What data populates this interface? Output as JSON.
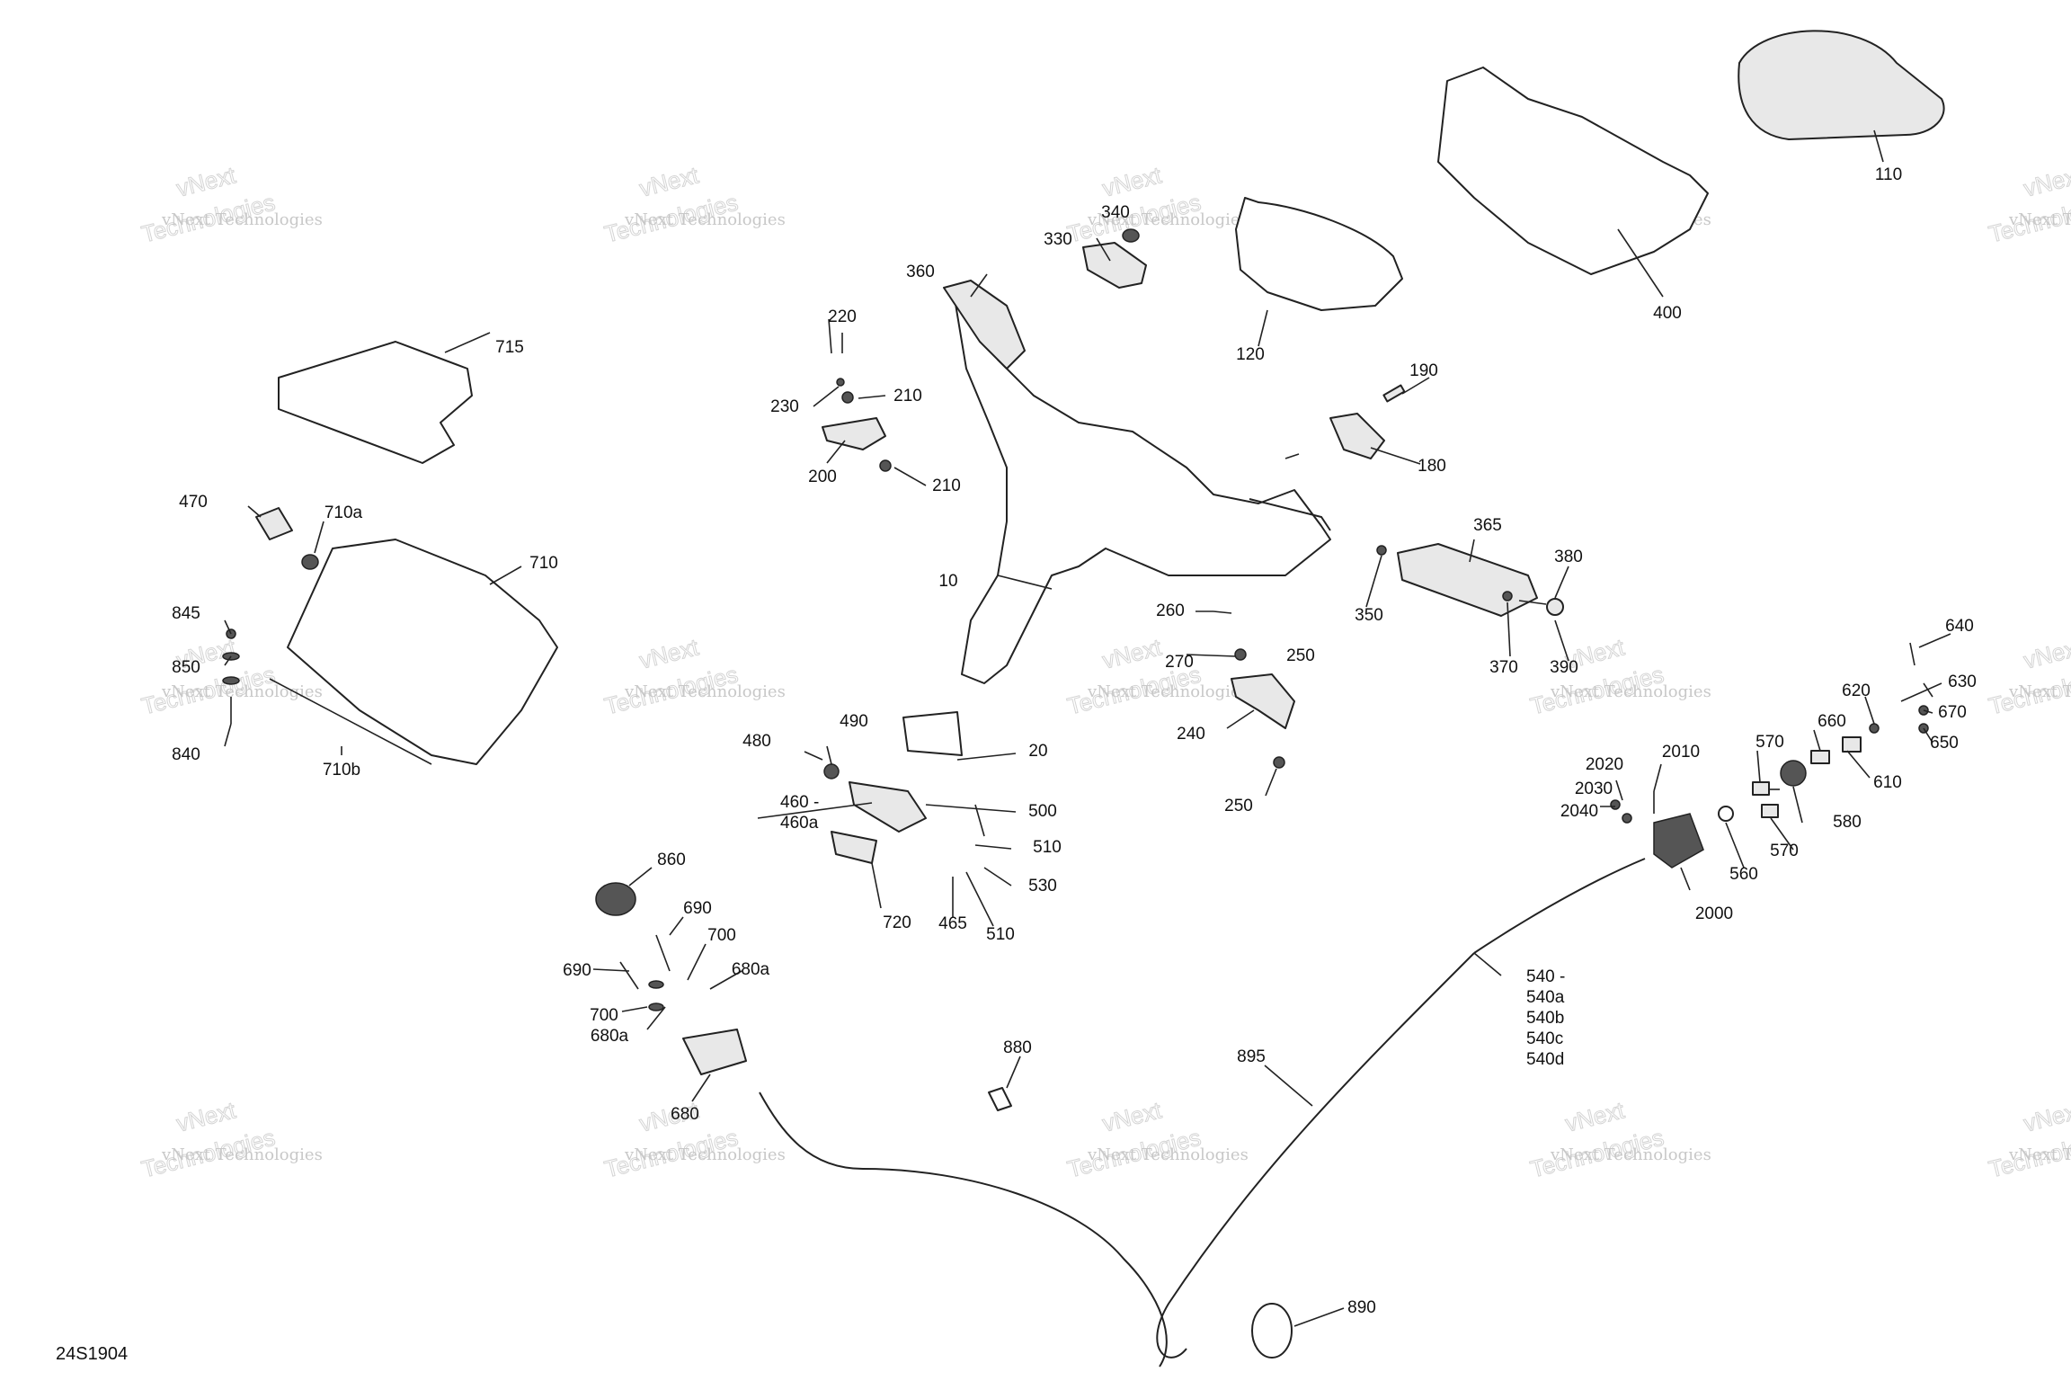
{
  "diagram_ref": "24S1904",
  "watermark": {
    "line1": "vNext Technologies",
    "line2": "vNext",
    "line3": "Technologies"
  },
  "callouts": [
    "10",
    "20",
    "110",
    "120",
    "180",
    "190",
    "200",
    "210",
    "210",
    "220",
    "230",
    "240",
    "250",
    "250",
    "260",
    "270",
    "330",
    "340",
    "350",
    "360",
    "365",
    "370",
    "380",
    "390",
    "400",
    "465",
    "470",
    "480",
    "490",
    "500",
    "510",
    "510",
    "530",
    "560",
    "570",
    "570",
    "580",
    "610",
    "620",
    "630",
    "640",
    "650",
    "660",
    "670",
    "680",
    "680a",
    "680a",
    "690",
    "690",
    "700",
    "700",
    "710",
    "710a",
    "710b",
    "715",
    "720",
    "840",
    "845",
    "850",
    "860",
    "880",
    "890",
    "895",
    "2000",
    "2010",
    "2020",
    "2030",
    "2040"
  ],
  "multi_callouts": {
    "460": [
      "460 -",
      "460a"
    ],
    "540": [
      "540 -",
      "540a",
      "540b",
      "540c",
      "540d"
    ]
  }
}
